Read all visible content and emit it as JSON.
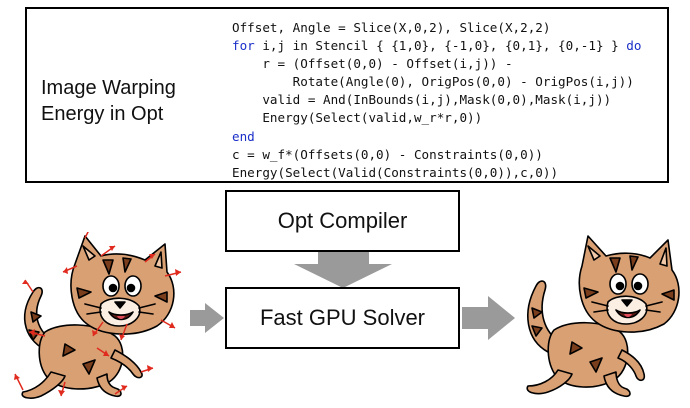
{
  "code_panel": {
    "title_lines": [
      "Image Warping",
      "Energy in Opt"
    ],
    "code_lines": [
      [
        {
          "t": "Offset, Angle = Slice(X,0,2), Slice(X,2,2)",
          "kw": false
        }
      ],
      [
        {
          "t": "for",
          "kw": true
        },
        {
          "t": " i,j in Stencil { {1,0}, {-1,0}, {0,1}, {0,-1} } ",
          "kw": false
        },
        {
          "t": "do",
          "kw": true
        }
      ],
      [
        {
          "t": "    r = (Offset(0,0) - Offset(i,j)) -",
          "kw": false
        }
      ],
      [
        {
          "t": "        Rotate(Angle(0), OrigPos(0,0) - OrigPos(i,j))",
          "kw": false
        }
      ],
      [
        {
          "t": "    valid = And(InBounds(i,j),Mask(0,0),Mask(i,j))",
          "kw": false
        }
      ],
      [
        {
          "t": "    Energy(Select(valid,w_r*r,0))",
          "kw": false
        }
      ],
      [
        {
          "t": "end",
          "kw": true
        }
      ],
      [
        {
          "t": "c = w_f*(Offsets(0,0) - Constraints(0,0))",
          "kw": false
        }
      ],
      [
        {
          "t": "Energy(Select(Valid(Constraints(0,0)),c,0))",
          "kw": false
        }
      ]
    ]
  },
  "compiler": {
    "label": "Opt Compiler"
  },
  "solver": {
    "label": "Fast GPU Solver"
  },
  "colors": {
    "keyword": "#1b2fc9",
    "arrow": "#9a9a9a",
    "cat_fur": "#d9a074",
    "cat_stripe": "#7a3e1c",
    "constraint_arrow": "#e02a1e"
  }
}
